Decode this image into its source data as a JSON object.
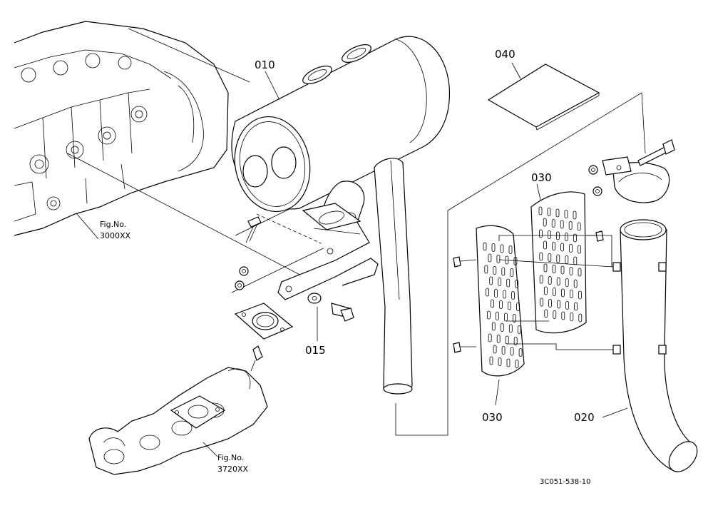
{
  "labels": {
    "p010": "010",
    "p015": "015",
    "p020": "020",
    "p030_top": "030",
    "p030_bottom": "030",
    "p040": "040"
  },
  "fig_refs": {
    "engine_fig": "Fig.No.",
    "engine_num": "3000XX",
    "manifold_fig": "Fig.No.",
    "manifold_num": "3720XX"
  },
  "drawing_code": "3C051-538-10"
}
